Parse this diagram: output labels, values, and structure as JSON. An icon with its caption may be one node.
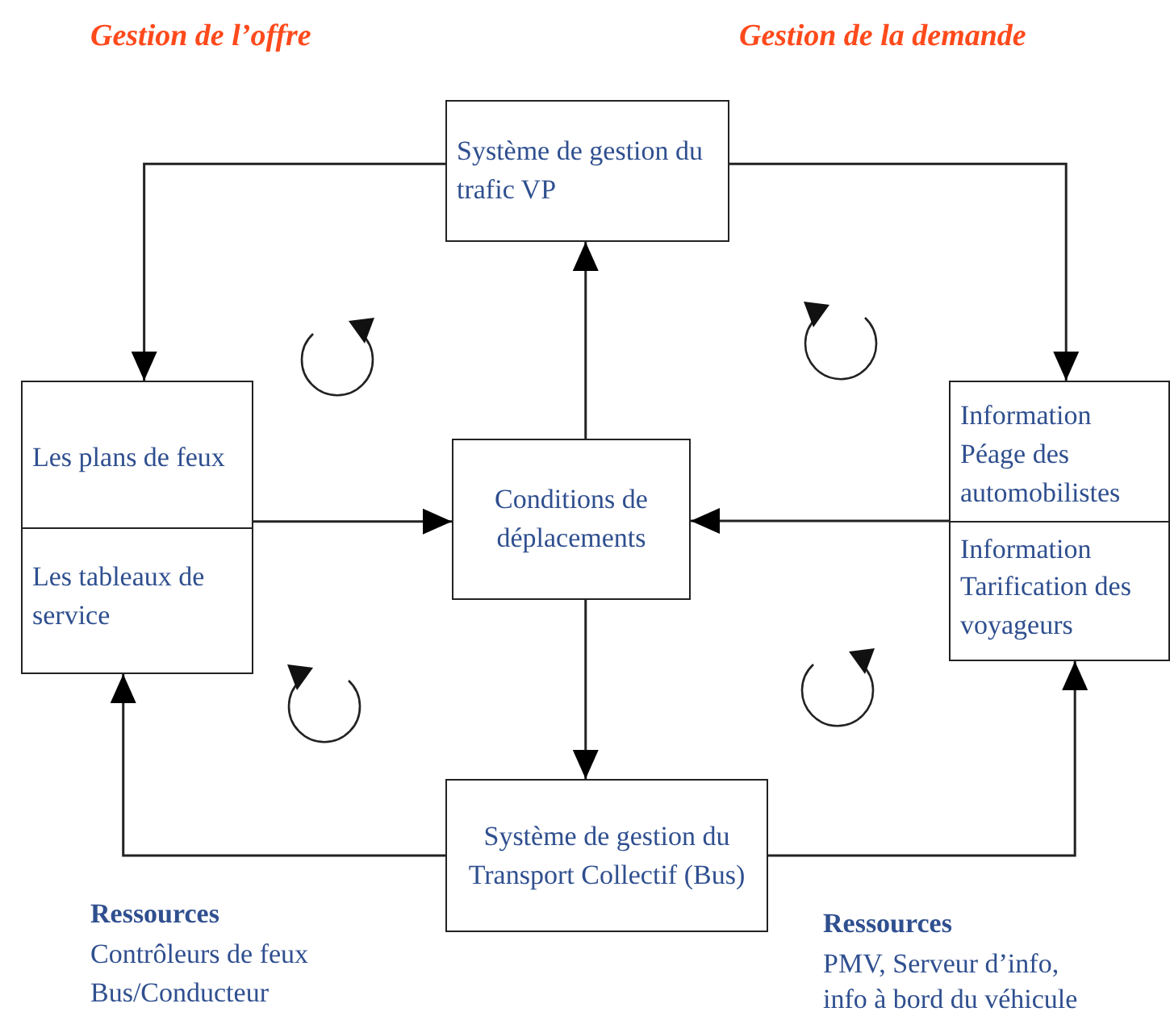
{
  "diagram": {
    "nodes": [
      {
        "text": [
          "Système de gestion du trafic VP"
        ]
      },
      {
        "text": [
          "Les plans de feux",
          "Les tableaux de service"
        ]
      },
      {
        "text": [
          "Conditions de déplacements"
        ]
      },
      {
        "text": [
          "Information Péage des automobilistes",
          "Information Tarification des voyageurs"
        ]
      },
      {
        "text": [
          "Système de gestion du Transport Collectif (Bus)"
        ]
      }
    ],
    "edges": [
      {
        "from": 0,
        "to": 1,
        "arrow": "to"
      },
      {
        "from": 0,
        "to": 3,
        "arrow": "to"
      },
      {
        "from": 2,
        "to": 0,
        "arrow": "to"
      },
      {
        "from": 1,
        "to": 2,
        "arrow": "to"
      },
      {
        "from": 3,
        "to": 2,
        "arrow": "to"
      },
      {
        "from": 2,
        "to": 4,
        "arrow": "to"
      },
      {
        "from": 4,
        "to": 1,
        "arrow": "to"
      },
      {
        "from": 4,
        "to": 3,
        "arrow": "to"
      }
    ],
    "labels": [
      "Gestion de l’offre",
      "Gestion de la demande",
      "Ressources",
      "Contrôleurs de feux",
      "Bus/Conducteur",
      "Ressources",
      "PMV,  Serveur d’info,",
      "info à bord du véhicule"
    ]
  }
}
